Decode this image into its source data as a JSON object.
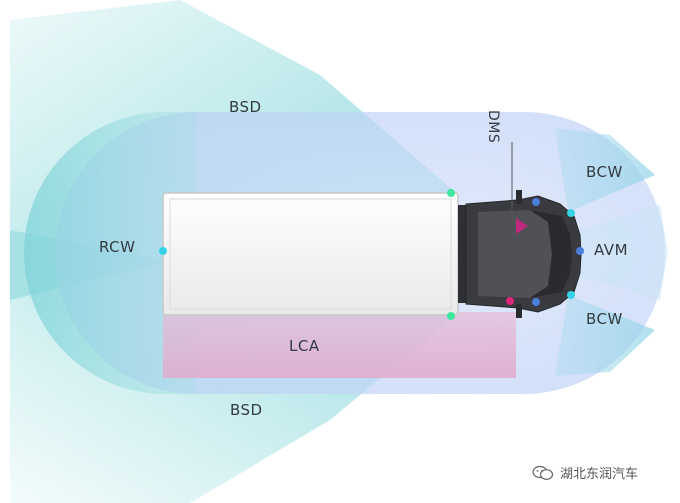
{
  "labels": {
    "bsd_top": "BSD",
    "bsd_bottom": "BSD",
    "rcw": "RCW",
    "lca": "LCA",
    "bcw_top": "BCW",
    "bcw_bottom": "BCW",
    "avm": "AVM",
    "dms": "DMS"
  },
  "watermark": {
    "text": "湖北东润汽车",
    "icon": "wechat-icon"
  },
  "colors": {
    "bsd_zone": "#7fd4d8",
    "surround_zone": "#c9d8f7",
    "lca_zone": "#e4b5d2",
    "truck_body": "#f2f2f2",
    "cab": "#3c3d42",
    "sensor_cyan": "#35d3e6",
    "sensor_green": "#3ee6a0",
    "sensor_blue": "#4a7fe0",
    "sensor_magenta": "#e0247a"
  }
}
